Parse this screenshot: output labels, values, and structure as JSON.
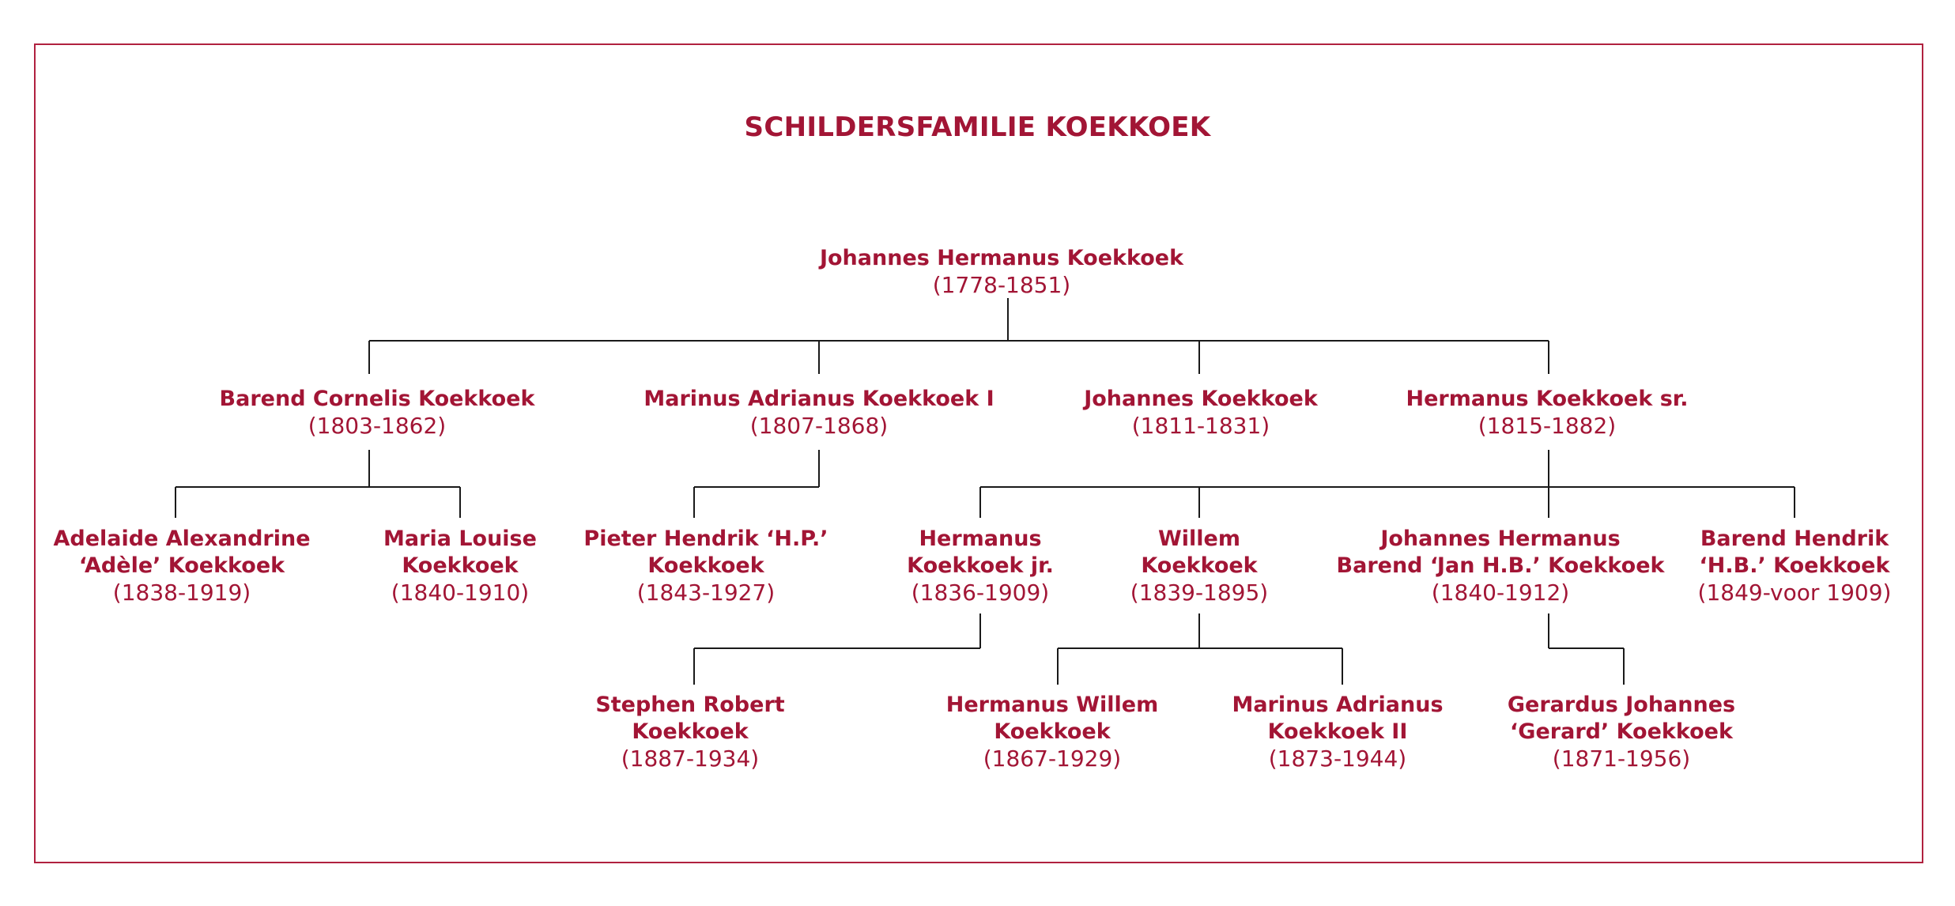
{
  "title": "SCHILDERSFAMILIE KOEKKOEK",
  "colors": {
    "accent": "#a21535",
    "border": "#b0213f",
    "lines": "#1a1a1a"
  },
  "people": {
    "jh": {
      "name1": "Johannes Hermanus Koekkoek",
      "name2": "",
      "years": "(1778-1851)"
    },
    "bc": {
      "name1": "Barend Cornelis Koekkoek",
      "name2": "",
      "years": "(1803-1862)"
    },
    "ma": {
      "name1": "Marinus Adrianus Koekkoek I",
      "name2": "",
      "years": "(1807-1868)"
    },
    "jo": {
      "name1": "Johannes Koekkoek",
      "name2": "",
      "years": "(1811-1831)"
    },
    "hs": {
      "name1": "Hermanus Koekkoek sr.",
      "name2": "",
      "years": "(1815-1882)"
    },
    "ad": {
      "name1": "Adelaide Alexandrine",
      "name2": "‘Adèle’ Koekkoek",
      "years": "(1838-1919)"
    },
    "ml": {
      "name1": "Maria Louise",
      "name2": "Koekkoek",
      "years": "(1840-1910)"
    },
    "ph": {
      "name1": "Pieter Hendrik ‘H.P.’",
      "name2": "Koekkoek",
      "years": "(1843-1927)"
    },
    "hj": {
      "name1": "Hermanus",
      "name2": "Koekkoek jr.",
      "years": "(1836-1909)"
    },
    "wi": {
      "name1": "Willem",
      "name2": "Koekkoek",
      "years": "(1839-1895)"
    },
    "jhb": {
      "name1": "Johannes Hermanus",
      "name2": "Barend ‘Jan H.B.’ Koekkoek",
      "years": "(1840-1912)"
    },
    "bh": {
      "name1": "Barend Hendrik",
      "name2": "‘H.B.’ Koekkoek",
      "years": "(1849-voor 1909)"
    },
    "sr": {
      "name1": "Stephen Robert",
      "name2": "Koekkoek",
      "years": "(1887-1934)"
    },
    "hw": {
      "name1": "Hermanus Willem",
      "name2": "Koekkoek",
      "years": "(1867-1929)"
    },
    "ma2": {
      "name1": "Marinus Adrianus",
      "name2": "Koekkoek II",
      "years": "(1873-1944)"
    },
    "gj": {
      "name1": "Gerardus Johannes",
      "name2": "‘Gerard’ Koekkoek",
      "years": "(1871-1956)"
    }
  }
}
